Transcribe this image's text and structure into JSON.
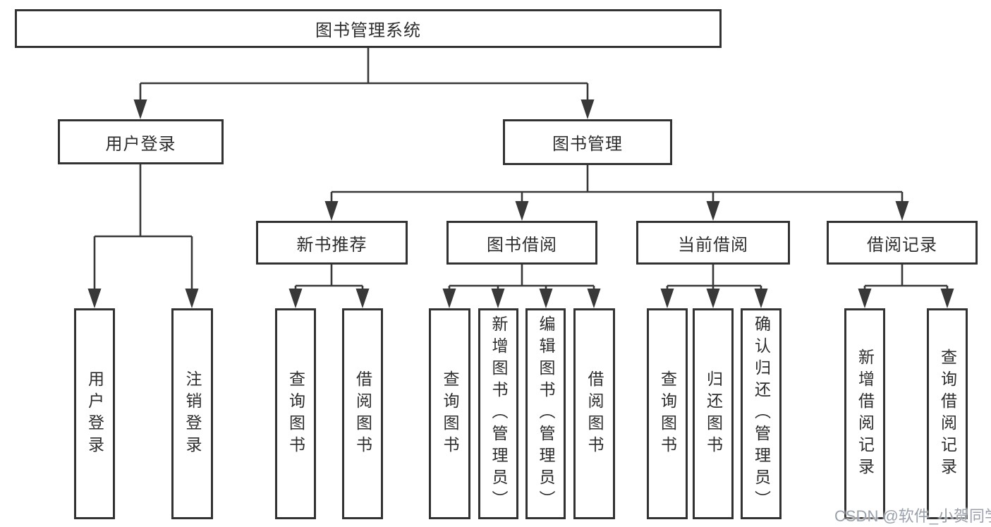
{
  "diagram_title": "图书管理系统",
  "tree": {
    "label": "图书管理系统",
    "children": [
      {
        "label": "用户登录",
        "children": [
          {
            "label": "用户登录"
          },
          {
            "label": "注销登录"
          }
        ]
      },
      {
        "label": "图书管理",
        "children": [
          {
            "label": "新书推荐",
            "children": [
              {
                "label": "查询图书"
              },
              {
                "label": "借阅图书"
              }
            ]
          },
          {
            "label": "图书借阅",
            "children": [
              {
                "label": "查询图书"
              },
              {
                "label": "新增图书（管理员）"
              },
              {
                "label": "编辑图书（管理员）"
              },
              {
                "label": "借阅图书"
              }
            ]
          },
          {
            "label": "当前借阅",
            "children": [
              {
                "label": "查询图书"
              },
              {
                "label": "归还图书"
              },
              {
                "label": "确认归还（管理员）"
              }
            ]
          },
          {
            "label": "借阅记录",
            "children": [
              {
                "label": "新增借阅记录"
              },
              {
                "label": "查询借阅记录"
              }
            ]
          }
        ]
      }
    ]
  },
  "watermark": {
    "text": "CSDN @软件_小贺同学"
  },
  "colors": {
    "line": "#383838",
    "box_border": "#323232",
    "text": "#2d2d2d",
    "watermark": "#9aa1ab",
    "background": "#ffffff"
  }
}
